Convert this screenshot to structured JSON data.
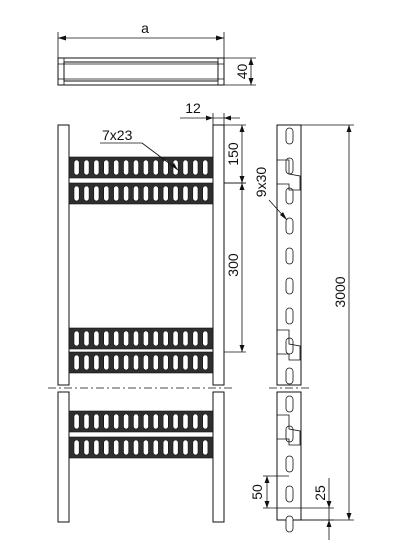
{
  "labels": {
    "width": "a",
    "height_40": "40",
    "rail_thickness_12": "12",
    "slot_size_7x23": "7x23",
    "dim_150": "150",
    "rail_slot_9x30": "9x30",
    "dim_300": "300",
    "dim_3000": "3000",
    "dim_50": "50",
    "dim_25": "25"
  },
  "colors": {
    "line": "#111111",
    "rung_fill": "#2e2e2e",
    "background": "#ffffff"
  }
}
